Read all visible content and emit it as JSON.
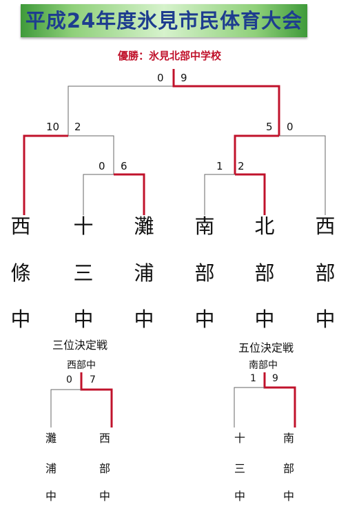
{
  "title": "平成24年度氷見市民体育大会",
  "champion": "優勝：氷見北部中学校",
  "final": {
    "left_score": "0",
    "right_score": "9"
  },
  "semifinal_left": {
    "left_score": "10",
    "right_score": "2"
  },
  "semifinal_right": {
    "left_score": "5",
    "right_score": "0"
  },
  "quarter_left": {
    "left_score": "0",
    "right_score": "6"
  },
  "quarter_right": {
    "left_score": "1",
    "right_score": "2"
  },
  "teams": [
    {
      "chars": [
        "西",
        "條",
        "中"
      ]
    },
    {
      "chars": [
        "十",
        "三",
        "中"
      ]
    },
    {
      "chars": [
        "灘",
        "浦",
        "中"
      ]
    },
    {
      "chars": [
        "南",
        "部",
        "中"
      ]
    },
    {
      "chars": [
        "北",
        "部",
        "中"
      ]
    },
    {
      "chars": [
        "西",
        "部",
        "中"
      ]
    }
  ],
  "third_place": {
    "title": "三位決定戦",
    "winner": "西部中",
    "left_score": "0",
    "right_score": "7",
    "teams": [
      {
        "chars": [
          "灘",
          "浦",
          "中"
        ]
      },
      {
        "chars": [
          "西",
          "部",
          "中"
        ]
      }
    ]
  },
  "fifth_place": {
    "title": "五位決定戦",
    "winner": "南部中",
    "left_score": "1",
    "right_score": "9",
    "teams": [
      {
        "chars": [
          "十",
          "三",
          "中"
        ]
      },
      {
        "chars": [
          "南",
          "部",
          "中"
        ]
      }
    ]
  },
  "colors": {
    "winner_line": "#c0122b",
    "loser_line": "#666666",
    "title_text": "#1e3d8f",
    "banner_green": "#3f9a3a"
  }
}
